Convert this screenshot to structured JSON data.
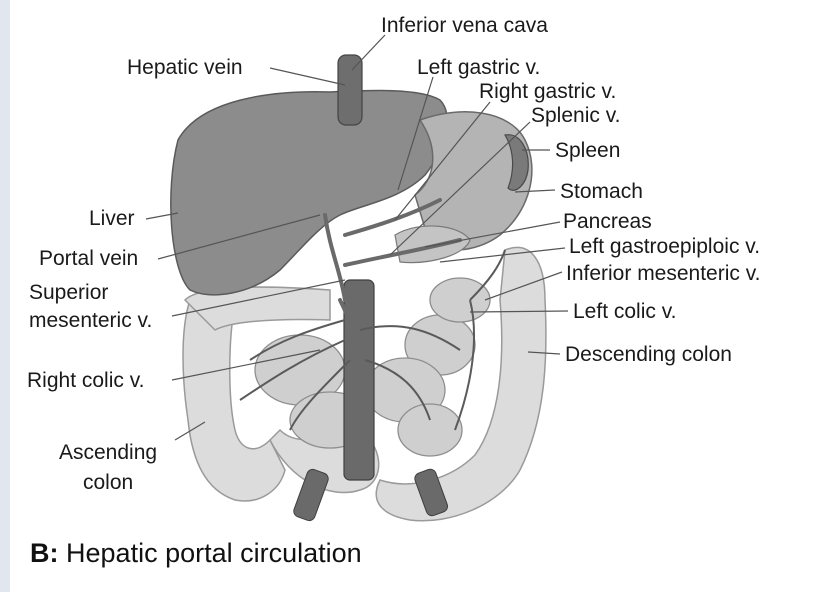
{
  "labels": {
    "inferior_vena_cava": "Inferior vena cava",
    "hepatic_vein": "Hepatic vein",
    "left_gastric": "Left gastric v.",
    "right_gastric": "Right gastric v.",
    "splenic": "Splenic v.",
    "spleen": "Spleen",
    "stomach": "Stomach",
    "liver": "Liver",
    "pancreas": "Pancreas",
    "portal_vein": "Portal vein",
    "left_gastroepiploic": "Left gastroepiploic v.",
    "superior_mesenteric_1": "Superior",
    "superior_mesenteric_2": "mesenteric v.",
    "inferior_mesenteric": "Inferior mesenteric v.",
    "left_colic": "Left colic v.",
    "descending_colon": "Descending colon",
    "right_colic": "Right colic v.",
    "ascending_colon_1": "Ascending",
    "ascending_colon_2": "colon"
  },
  "caption": {
    "prefix": "B:",
    "text": "Hepatic portal circulation"
  }
}
